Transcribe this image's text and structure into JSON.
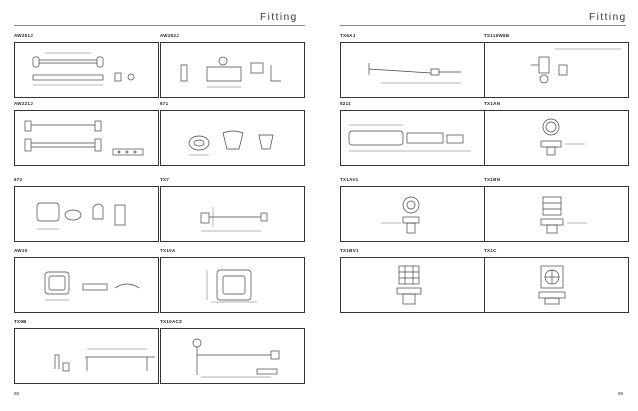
{
  "header": {
    "left_title": "Fitting",
    "right_title": "Fitting"
  },
  "footer": {
    "left_page": "88",
    "right_page": "89"
  },
  "products": [
    {
      "label": "AW251J"
    },
    {
      "label": "AW252J"
    },
    {
      "label": "AW221J"
    },
    {
      "label": "671"
    },
    {
      "label": "672"
    },
    {
      "label": "TX7"
    },
    {
      "label": "AW10"
    },
    {
      "label": "TX10A"
    },
    {
      "label": "TX9B"
    },
    {
      "label": "TX10ACZ"
    },
    {
      "label": "TX6AJ"
    },
    {
      "label": "TS110W6B"
    },
    {
      "label": "5211"
    },
    {
      "label": "TX1AN"
    },
    {
      "label": "TX1AV1"
    },
    {
      "label": "TX1BN"
    },
    {
      "label": "TX1BV1"
    },
    {
      "label": "TX1C"
    }
  ]
}
